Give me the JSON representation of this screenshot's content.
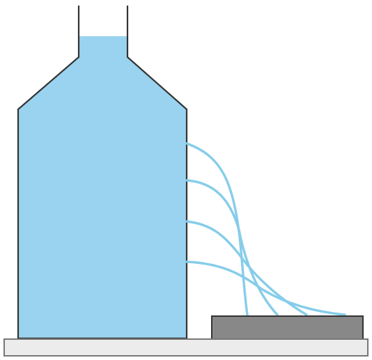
{
  "colors": {
    "background": "#ffffff",
    "water": "#99d3ef",
    "water_stream": "#86cde9",
    "outline": "#333333",
    "base_fill": "#ececec",
    "base_stroke": "#777777",
    "tray_fill": "#888888",
    "tray_stroke": "#333333"
  },
  "figure": {
    "container": "bottle-with-neck",
    "water_jet_count": 4,
    "receiving_object": "tray"
  }
}
